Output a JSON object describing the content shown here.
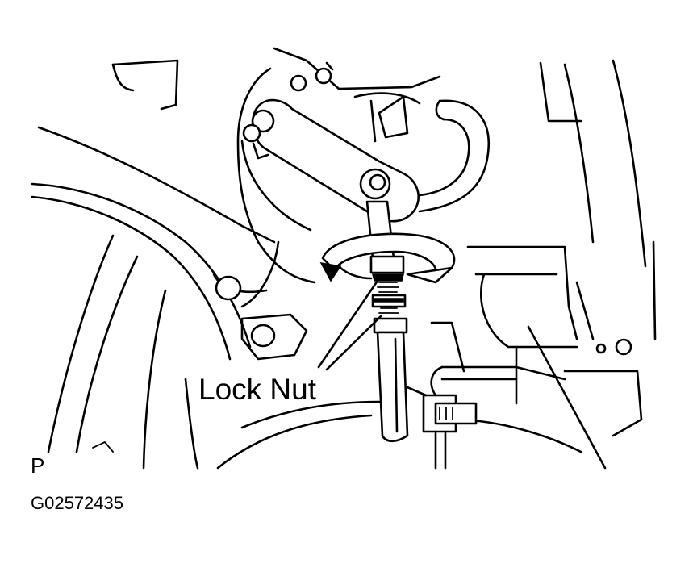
{
  "labels": {
    "callout": "Lock Nut",
    "view_code": "P",
    "figure_id": "G02572435"
  },
  "colors": {
    "ink": "#000000",
    "paper": "#ffffff"
  }
}
